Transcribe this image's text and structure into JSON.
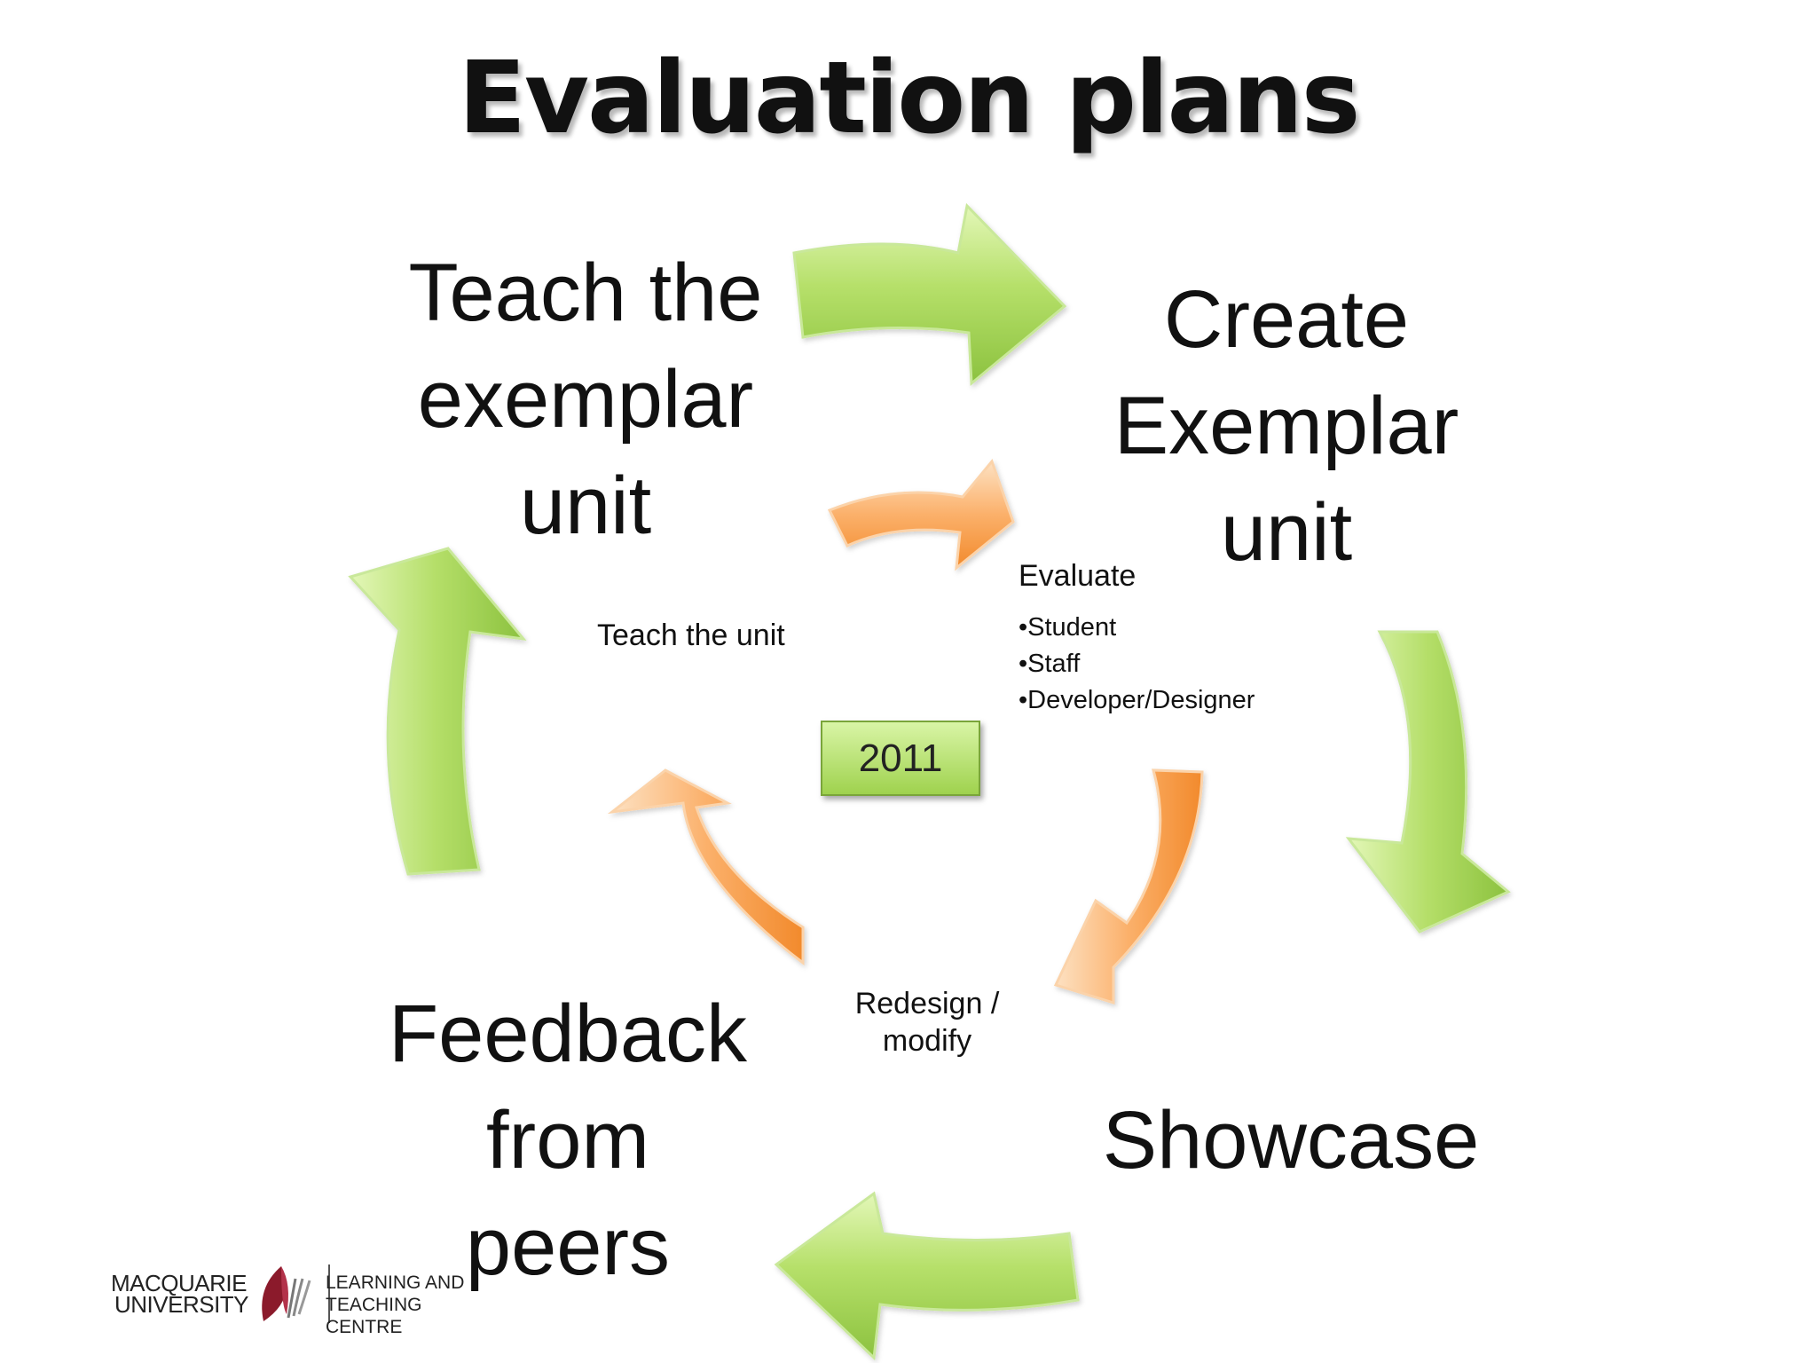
{
  "title": "Evaluation plans",
  "outer_cycle": {
    "teach": [
      "Teach the",
      "exemplar",
      "unit"
    ],
    "create": [
      "Create",
      "Exemplar",
      "unit"
    ],
    "showcase": "Showcase",
    "feedback": [
      "Feedback",
      "from",
      "peers"
    ]
  },
  "inner_cycle": {
    "teach_unit": "Teach the unit",
    "evaluate": {
      "heading": "Evaluate",
      "items": [
        "•Student",
        "•Staff",
        "•Developer/Designer"
      ]
    },
    "redesign": [
      "Redesign /",
      "modify"
    ]
  },
  "year_badge": "2011",
  "logo": {
    "line1": "MACQUARIE",
    "line2": "UNIVERSITY",
    "unit_line1": "LEARNING AND",
    "unit_line2": "TEACHING CENTRE"
  },
  "colors": {
    "outer_arrow": "#a6d85a",
    "inner_arrow": "#f7a04a",
    "logo_accent": "#8b1a2b"
  }
}
